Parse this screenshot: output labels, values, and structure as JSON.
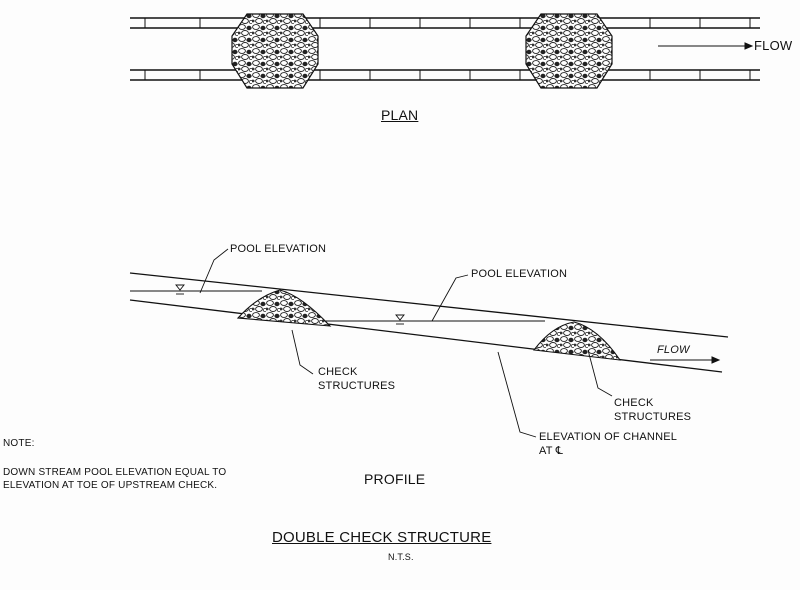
{
  "plan": {
    "title": "PLAN",
    "flow_label": "FLOW"
  },
  "profile": {
    "title": "PROFILE",
    "pool_elevation_left": "POOL ELEVATION",
    "pool_elevation_right": "POOL ELEVATION",
    "check_structures_left": "CHECK\nSTRUCTURES",
    "check_structures_right": "CHECK\nSTRUCTURES",
    "channel_elevation": "ELEVATION OF CHANNEL\nAT ℄",
    "flow_label": "FLOW"
  },
  "note": {
    "heading": "NOTE:",
    "text": "DOWN STREAM POOL ELEVATION EQUAL TO ELEVATION AT TOE OF UPSTREAM CHECK."
  },
  "footer": {
    "title": "DOUBLE CHECK STRUCTURE",
    "scale": "N.T.S."
  }
}
